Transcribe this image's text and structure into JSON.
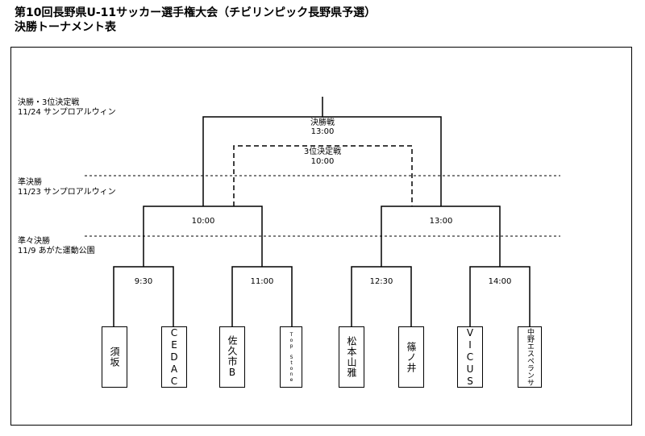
{
  "header": {
    "title_line1": "第10回長野県U-11サッカー選手権大会（チビリンピック長野県予選）",
    "title_line2": "決勝トーナメント表"
  },
  "stages": {
    "final": {
      "name": "決勝・3位決定戦",
      "detail": "11/24 サンプロアルウィン"
    },
    "semi": {
      "name": "準決勝",
      "detail": "11/23 サンプロアルウィン"
    },
    "quarter": {
      "name": "準々決勝",
      "detail": "11/9 あがた運動公園"
    }
  },
  "matches": {
    "final": {
      "name": "決勝戦",
      "time": "13:00"
    },
    "third": {
      "name": "3位決定戦",
      "time": "10:00"
    },
    "semi_left": {
      "time": "10:00"
    },
    "semi_right": {
      "time": "13:00"
    },
    "qf1": {
      "time": "9:30"
    },
    "qf2": {
      "time": "11:00"
    },
    "qf3": {
      "time": "12:30"
    },
    "qf4": {
      "time": "14:00"
    }
  },
  "teams": [
    "須坂",
    "CEDAC",
    "佐久市B",
    "Top Stone",
    "松本山雅",
    "篠ノ井",
    "VICUS",
    "中野エスペランサ"
  ]
}
